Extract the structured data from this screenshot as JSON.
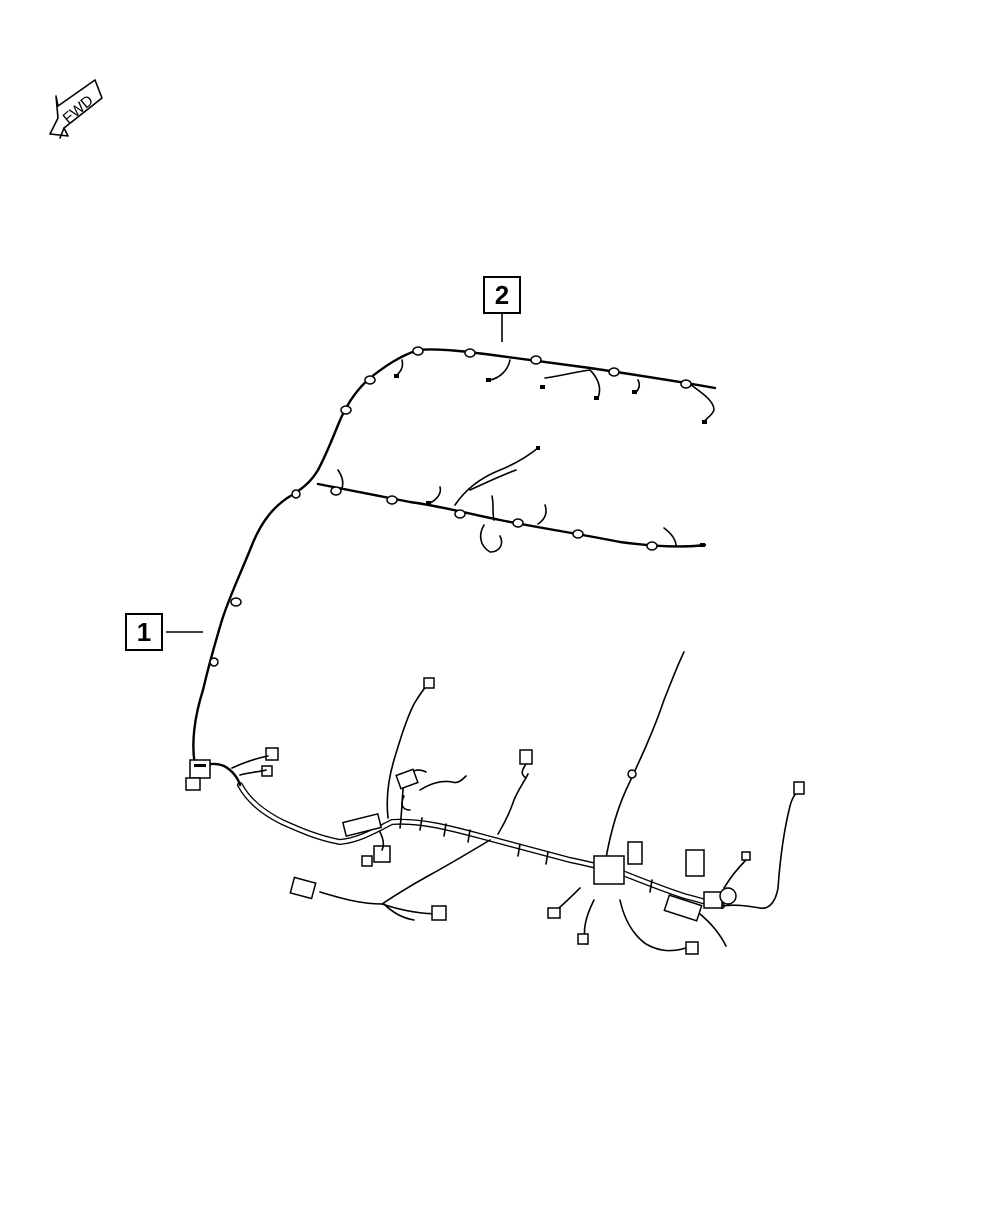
{
  "orientation": {
    "label": "FWD",
    "icon": "fwd-arrow-icon"
  },
  "callouts": [
    {
      "number": "1"
    },
    {
      "number": "2"
    }
  ]
}
